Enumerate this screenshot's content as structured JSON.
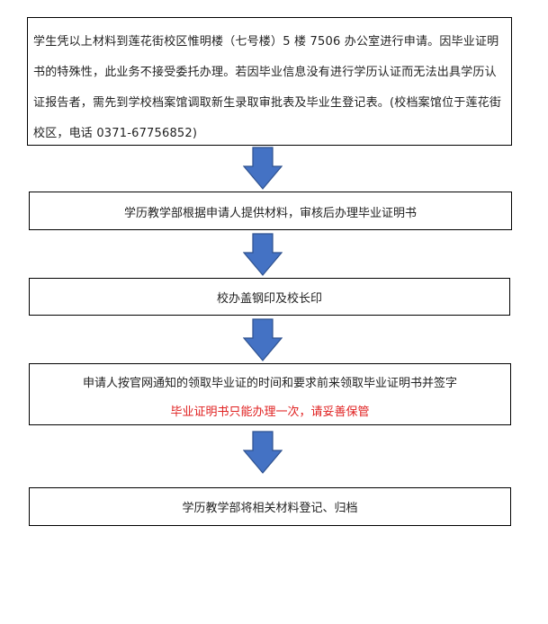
{
  "steps": [
    {
      "lines": [
        "学生凭以上材料到莲花街校区惟明楼（七号楼）5 楼 7506 办公室进行申请。因毕业证明书的特殊性，此业务不接受委托办理。若因毕业信息没有进行学历认证而无法出具学历认证报告者，需先到学校档案馆调取新生录取审批表及毕业生登记表。(校档案馆位于莲花街校区，电话 0371-67756852)"
      ]
    },
    {
      "lines": [
        "学历教学部根据申请人提供材料，审核后办理毕业证明书"
      ]
    },
    {
      "lines": [
        "校办盖钢印及校长印"
      ]
    },
    {
      "lines": [
        "申请人按官网通知的领取毕业证的时间和要求前来领取毕业证明书并签字"
      ],
      "note": "毕业证明书只能办理一次，请妥善保管"
    },
    {
      "lines": [
        "学历教学部将相关材料登记、归档"
      ]
    }
  ],
  "colors": {
    "arrow_fill": "#4472c4",
    "arrow_stroke": "#2f528f",
    "note_text": "#e02020",
    "border": "#000000"
  },
  "icons": {
    "flow_arrow": "down-arrow-icon"
  }
}
